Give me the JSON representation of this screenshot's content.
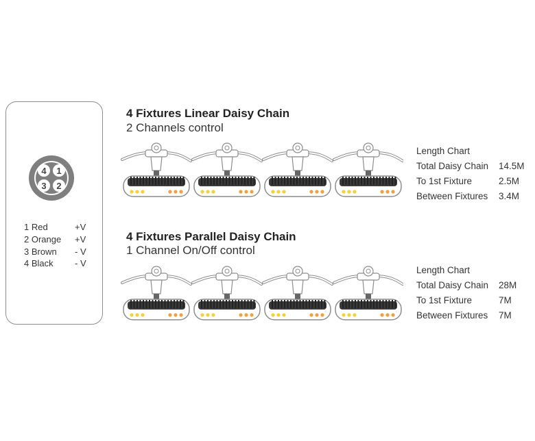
{
  "pinout": {
    "pins": [
      "4",
      "1",
      "3",
      "2"
    ],
    "wires": [
      {
        "label": "1 Red",
        "polarity": "+V"
      },
      {
        "label": "2 Orange",
        "polarity": "+V"
      },
      {
        "label": "3 Brown",
        "polarity": "- V"
      },
      {
        "label": "4 Black",
        "polarity": "- V"
      }
    ]
  },
  "sections": [
    {
      "title": "4 Fixtures Linear Daisy Chain",
      "subtitle": "2 Channels control",
      "length_chart": {
        "heading": "Length Chart",
        "rows": [
          {
            "label": "Total Daisy Chain",
            "value": "14.5M"
          },
          {
            "label": "To 1st Fixture",
            "value": "2.5M"
          },
          {
            "label": "Between Fixtures",
            "value": "3.4M"
          }
        ]
      }
    },
    {
      "title": "4 Fixtures Parallel Daisy Chain",
      "subtitle": "1 Channel On/Off control",
      "length_chart": {
        "heading": "Length Chart",
        "rows": [
          {
            "label": "Total Daisy Chain",
            "value": "28M"
          },
          {
            "label": "To 1st Fixture",
            "value": "7M"
          },
          {
            "label": "Between Fixtures",
            "value": "7M"
          }
        ]
      }
    }
  ],
  "colors": {
    "outline": "#8c8c8c",
    "fixture_dark": "#3a3a3a",
    "led_yellow": "#f2d23c",
    "led_orange": "#f0a040",
    "connector_ring": "#7f7f7f"
  },
  "icons": {
    "connector": "4-pin-connector-icon",
    "fixture": "led-fixture-icon"
  }
}
